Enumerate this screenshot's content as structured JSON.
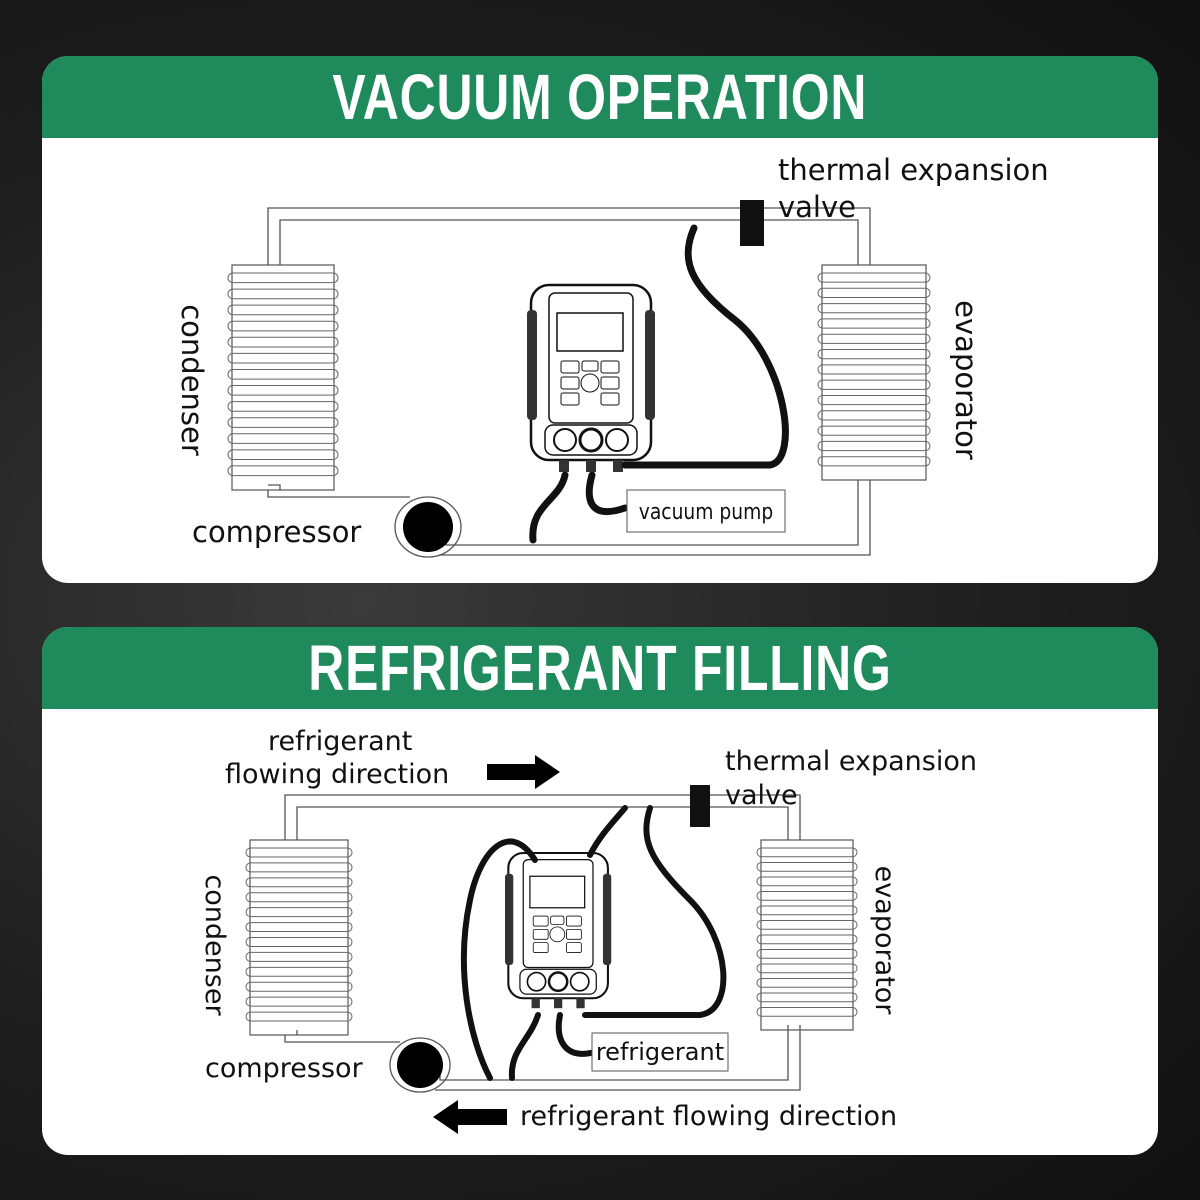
{
  "colors": {
    "header_green": "#1f8a5b"
  },
  "vacuum": {
    "title": "VACUUM OPERATION",
    "tev_line1": "thermal expansion",
    "tev_line2": "valve",
    "condenser": "condenser",
    "evaporator": "evaporator",
    "compressor": "compressor",
    "vacuum_pump": "vacuum pump"
  },
  "filling": {
    "title": "REFRIGERANT FILLING",
    "flow_top_line1": "refrigerant",
    "flow_top_line2": "flowing direction",
    "tev_line1": "thermal expansion",
    "tev_line2": "valve",
    "condenser": "condenser",
    "evaporator": "evaporator",
    "compressor": "compressor",
    "refrigerant": "refrigerant",
    "flow_bottom": "refrigerant flowing direction"
  }
}
